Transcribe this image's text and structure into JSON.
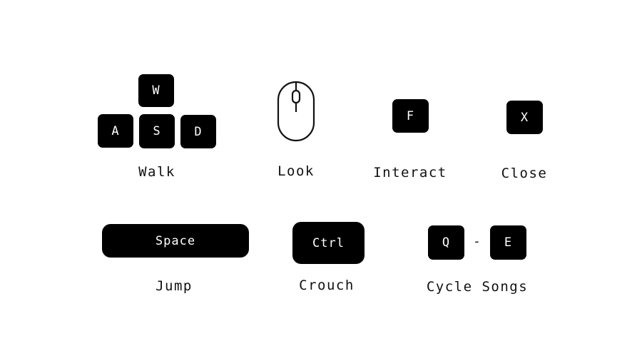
{
  "controls": {
    "walk": {
      "keys": [
        "W",
        "A",
        "S",
        "D"
      ],
      "label": "Walk"
    },
    "look": {
      "icon": "mouse-icon",
      "label": "Look"
    },
    "interact": {
      "key": "F",
      "label": "Interact"
    },
    "close": {
      "key": "X",
      "label": "Close"
    },
    "jump": {
      "key": "Space",
      "label": "Jump"
    },
    "crouch": {
      "key": "Ctrl",
      "label": "Crouch"
    },
    "cycle_songs": {
      "keys": [
        "Q",
        "E"
      ],
      "separator": "-",
      "label": "Cycle Songs"
    }
  },
  "colors": {
    "key_background": "#000000",
    "key_text": "#ffffff",
    "label_text": "#111111"
  }
}
